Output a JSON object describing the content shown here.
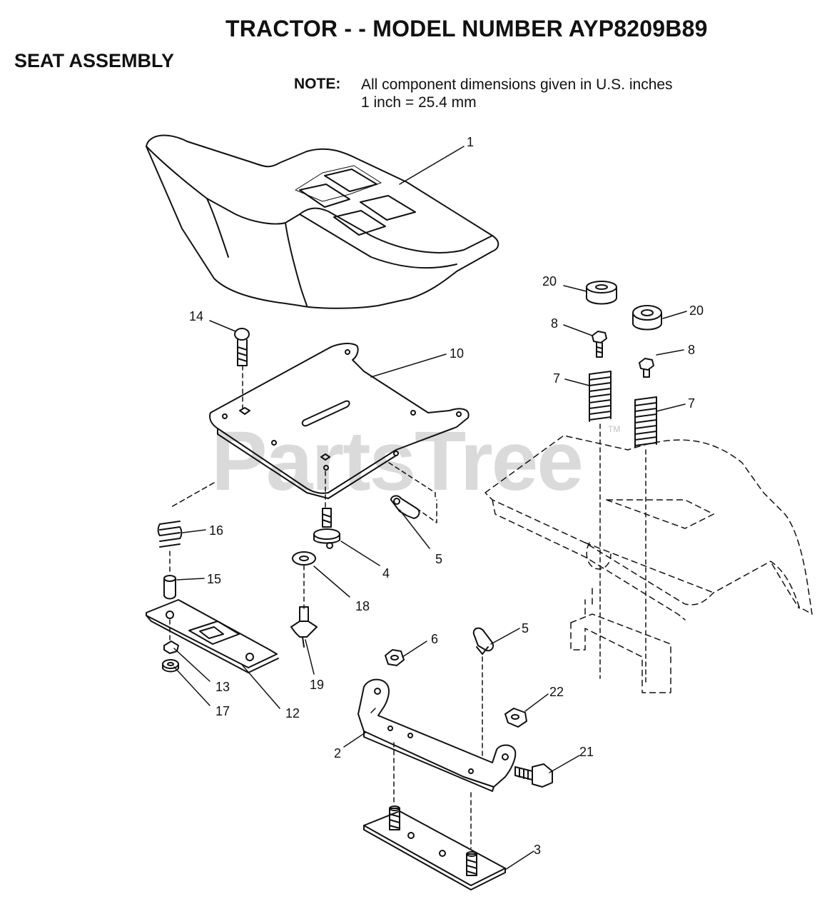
{
  "header": {
    "title": "TRACTOR - - MODEL NUMBER AYP8209B89",
    "section": "SEAT ASSEMBLY",
    "note_label": "NOTE:",
    "note_line1": "All component dimensions given in U.S. inches",
    "note_line2": "1 inch = 25.4 mm"
  },
  "watermark": {
    "text": "PartsTree",
    "tm": "TM"
  },
  "callouts": [
    "1",
    "14",
    "10",
    "20",
    "20",
    "8",
    "8",
    "7",
    "7",
    "16",
    "15",
    "4",
    "5",
    "18",
    "6",
    "5",
    "22",
    "13",
    "17",
    "12",
    "19",
    "2",
    "21",
    "3"
  ]
}
